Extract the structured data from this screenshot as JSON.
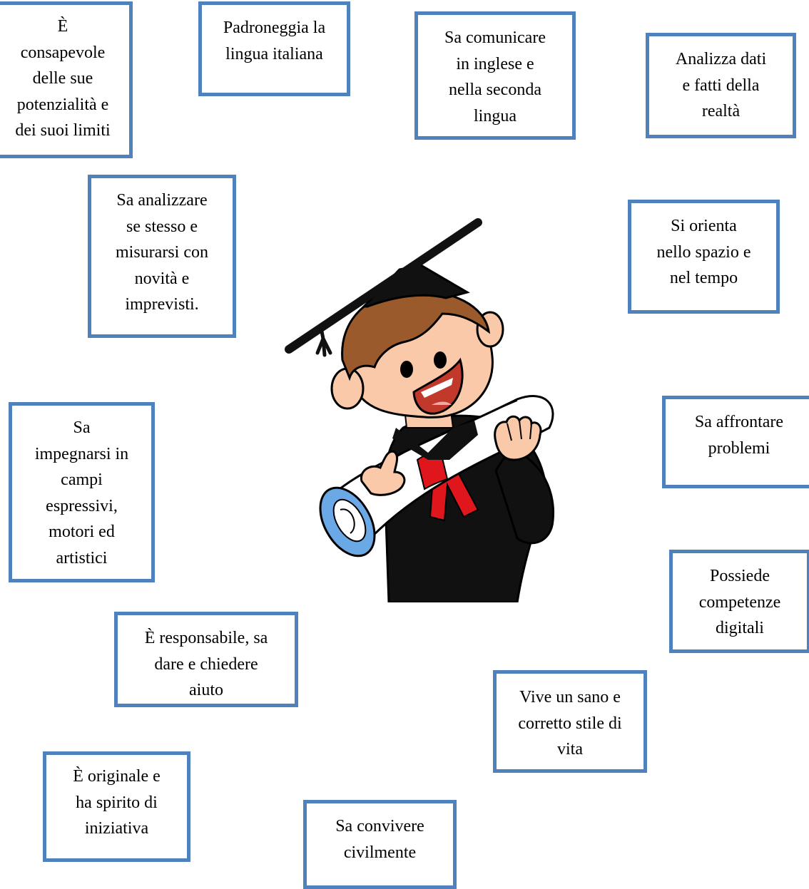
{
  "diagram": {
    "central_figure": {
      "icon": "graduate-student-icon",
      "colors": {
        "skin": "#f9c9a9",
        "hair": "#9a5a2b",
        "gown": "#111111",
        "ribbon": "#e0161d",
        "scroll_edge": "#6aa8e6"
      }
    },
    "box_border_color": "#4f81bd",
    "boxes": [
      {
        "text": "È\nconsapevole\ndelle sue\npotenzialità e\ndei suoi limiti"
      },
      {
        "text": "Padroneggia la\nlingua italiana"
      },
      {
        "text": "Sa comunicare\nin  inglese e\nnella seconda\nlingua"
      },
      {
        "text": "Analizza dati\ne fatti della\nrealtà"
      },
      {
        "text": "Sa analizzare\nse stesso e\nmisurarsi con\nnovità e\nimprevisti."
      },
      {
        "text": "Si orienta\nnello spazio e\nnel tempo"
      },
      {
        "text": "Sa\nimpegnarsi in\ncampi\nespressivi,\nmotori ed\nartistici"
      },
      {
        "text": "Sa affrontare\nproblemi"
      },
      {
        "text": "Possiede\ncompetenze\ndigitali"
      },
      {
        "text": "È responsabile, sa\ndare e chiedere\naiuto"
      },
      {
        "text": "Vive un sano e\ncorretto stile di\nvita"
      },
      {
        "text": "È originale e\nha spirito di\niniziativa"
      },
      {
        "text": "Sa convivere\ncivilmente"
      }
    ]
  }
}
